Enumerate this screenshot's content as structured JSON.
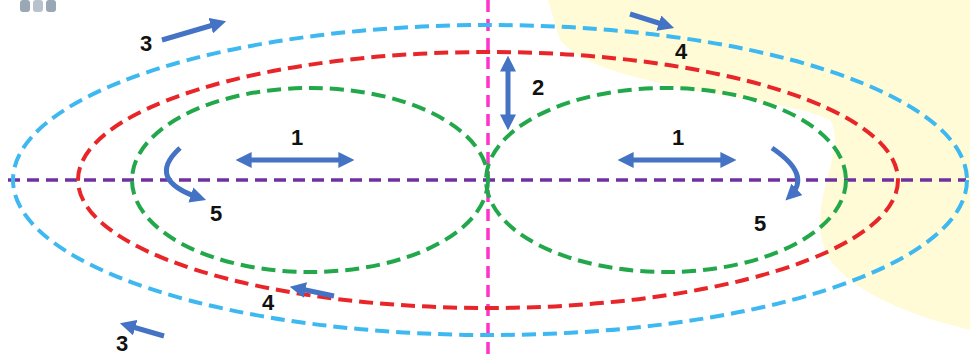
{
  "diagram": {
    "labels": [
      "3",
      "4",
      "2",
      "1",
      "1",
      "5",
      "5",
      "4",
      "3"
    ]
  }
}
